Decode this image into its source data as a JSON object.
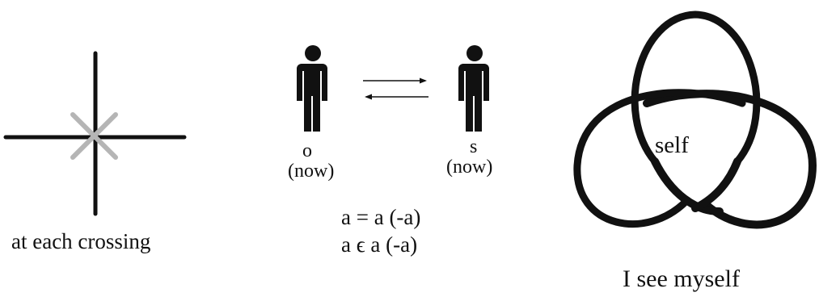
{
  "crossing": {
    "caption": "at each crossing",
    "colors": {
      "strands": "#111111",
      "cross_mark": "#b5b5b5"
    }
  },
  "observers": {
    "left": {
      "letter": "o",
      "time": "(now)"
    },
    "right": {
      "letter": "s",
      "time": "(now)"
    },
    "figure_color": "#111111",
    "equations": [
      "a = a (-a)",
      "a ϵ a (-a)"
    ]
  },
  "trefoil": {
    "center_label": "self",
    "caption": "I see myself",
    "stroke_color": "#111111"
  }
}
